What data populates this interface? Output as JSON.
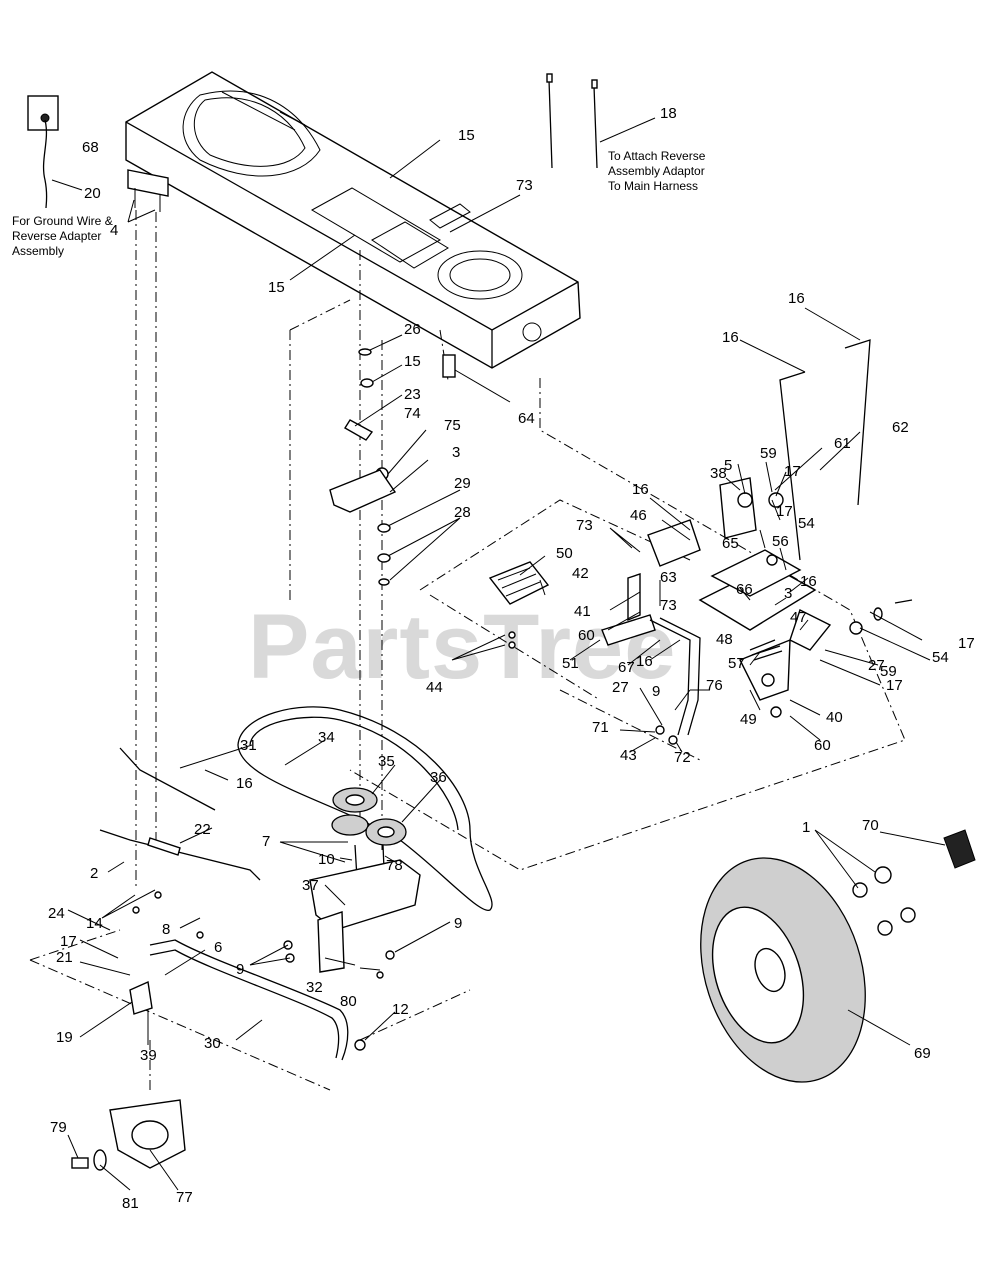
{
  "watermark": "PartsTree",
  "notes": {
    "ground_wire": [
      "For Ground Wire &",
      "Reverse Adapter",
      "Assembly"
    ],
    "harness": [
      "To Attach Reverse",
      "Assembly Adaptor",
      "To Main Harness"
    ]
  },
  "callouts": {
    "c20": "20",
    "c68": "68",
    "c4": "4",
    "c15a": "15",
    "c15b": "15",
    "c73a": "73",
    "c18": "18",
    "c26": "26",
    "c15c": "15",
    "c23": "23",
    "c74": "74",
    "c75": "75",
    "c3a": "3",
    "c29": "29",
    "c28": "28",
    "c64": "64",
    "c16a": "16",
    "c16b": "16",
    "c61": "61",
    "c62": "62",
    "c5": "5",
    "c59a": "59",
    "c38": "38",
    "c17a": "17",
    "c54a": "54",
    "c16c": "16",
    "c46": "46",
    "c73b": "73",
    "c17b": "17",
    "c65": "65",
    "c56": "56",
    "c16d": "16",
    "c50": "50",
    "c42": "42",
    "c63": "63",
    "c66": "66",
    "c3b": "3",
    "c41": "41",
    "c60a": "60",
    "c73c": "73",
    "c48": "48",
    "c47": "47",
    "c17c": "17",
    "c44": "44",
    "c51": "51",
    "c67": "67",
    "c16e": "16",
    "c57": "57",
    "c54b": "54",
    "c59b": "59",
    "c27a": "27",
    "c9a": "9",
    "c76": "76",
    "c49": "49",
    "c17d": "17",
    "c27b": "27",
    "c40": "40",
    "c71": "71",
    "c43": "43",
    "c72": "72",
    "c60b": "60",
    "c31": "31",
    "c34": "34",
    "c16f": "16",
    "c35": "35",
    "c36": "36",
    "c22": "22",
    "c7": "7",
    "c10": "10",
    "c78": "78",
    "c2": "2",
    "c37": "37",
    "c24": "24",
    "c14": "14",
    "c8": "8",
    "c9b": "9",
    "c17e": "17",
    "c6": "6",
    "c21": "21",
    "c9c": "9",
    "c32": "32",
    "c80": "80",
    "c19": "19",
    "c39": "39",
    "c30": "30",
    "c12": "12",
    "c70": "70",
    "c1": "1",
    "c69": "69",
    "c79": "79",
    "c81": "81",
    "c77": "77"
  }
}
